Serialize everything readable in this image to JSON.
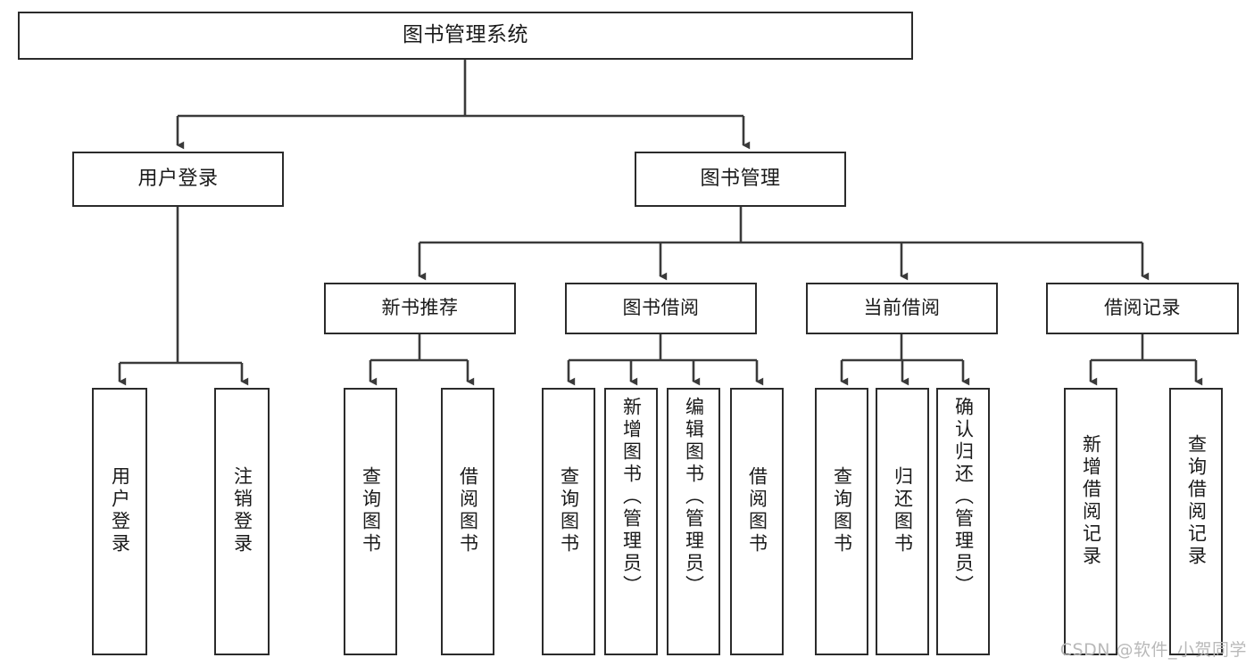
{
  "diagram": {
    "title": "图书管理系统",
    "type": "tree-hierarchy-diagram",
    "colors": {
      "box_border": "#2b2b2b",
      "box_fill": "#ffffff",
      "connector": "#3a3a3a",
      "text": "#1a1a1a",
      "watermark": "#b9b9b9",
      "background": "#ffffff"
    },
    "levels": {
      "root": "图书管理系统",
      "level2": [
        "用户登录",
        "图书管理"
      ],
      "level3": [
        "新书推荐",
        "图书借阅",
        "当前借阅",
        "借阅记录"
      ]
    },
    "nodes": {
      "root": {
        "label": "图书管理系统",
        "orientation": "horizontal"
      },
      "user_login": {
        "label": "用户登录",
        "orientation": "horizontal"
      },
      "book_manage": {
        "label": "图书管理",
        "orientation": "horizontal"
      },
      "new_book_rec": {
        "label": "新书推荐",
        "orientation": "horizontal"
      },
      "book_borrow": {
        "label": "图书借阅",
        "orientation": "horizontal"
      },
      "current_borrow": {
        "label": "当前借阅",
        "orientation": "horizontal"
      },
      "borrow_record": {
        "label": "借阅记录",
        "orientation": "horizontal"
      },
      "leaf_user_login": {
        "label": "用户登录",
        "orientation": "vertical"
      },
      "leaf_logout": {
        "label": "注销登录",
        "orientation": "vertical"
      },
      "leaf_query_book_a": {
        "label": "查询图书",
        "orientation": "vertical"
      },
      "leaf_borrow_book_a": {
        "label": "借阅图书",
        "orientation": "vertical"
      },
      "leaf_query_book_b": {
        "label": "查询图书",
        "orientation": "vertical"
      },
      "leaf_add_book": {
        "label": "新增图书（管理员）",
        "orientation": "vertical"
      },
      "leaf_edit_book": {
        "label": "编辑图书（管理员）",
        "orientation": "vertical"
      },
      "leaf_borrow_book_b": {
        "label": "借阅图书",
        "orientation": "vertical"
      },
      "leaf_query_book_c": {
        "label": "查询图书",
        "orientation": "vertical"
      },
      "leaf_return_book": {
        "label": "归还图书",
        "orientation": "vertical"
      },
      "leaf_confirm_return": {
        "label": "确认归还（管理员）",
        "orientation": "vertical"
      },
      "leaf_add_record": {
        "label": "新增借阅记录",
        "orientation": "vertical"
      },
      "leaf_query_record": {
        "label": "查询借阅记录",
        "orientation": "vertical"
      }
    },
    "edges": [
      {
        "from": "root",
        "to": "user_login"
      },
      {
        "from": "root",
        "to": "book_manage"
      },
      {
        "from": "user_login",
        "to": "leaf_user_login"
      },
      {
        "from": "user_login",
        "to": "leaf_logout"
      },
      {
        "from": "book_manage",
        "to": "new_book_rec"
      },
      {
        "from": "book_manage",
        "to": "book_borrow"
      },
      {
        "from": "book_manage",
        "to": "current_borrow"
      },
      {
        "from": "book_manage",
        "to": "borrow_record"
      },
      {
        "from": "new_book_rec",
        "to": "leaf_query_book_a"
      },
      {
        "from": "new_book_rec",
        "to": "leaf_borrow_book_a"
      },
      {
        "from": "book_borrow",
        "to": "leaf_query_book_b"
      },
      {
        "from": "book_borrow",
        "to": "leaf_add_book"
      },
      {
        "from": "book_borrow",
        "to": "leaf_edit_book"
      },
      {
        "from": "book_borrow",
        "to": "leaf_borrow_book_b"
      },
      {
        "from": "current_borrow",
        "to": "leaf_query_book_c"
      },
      {
        "from": "current_borrow",
        "to": "leaf_return_book"
      },
      {
        "from": "current_borrow",
        "to": "leaf_confirm_return"
      },
      {
        "from": "borrow_record",
        "to": "leaf_add_record"
      },
      {
        "from": "borrow_record",
        "to": "leaf_query_record"
      }
    ]
  },
  "watermark": {
    "text": "CSDN @软件_小贺同学"
  }
}
